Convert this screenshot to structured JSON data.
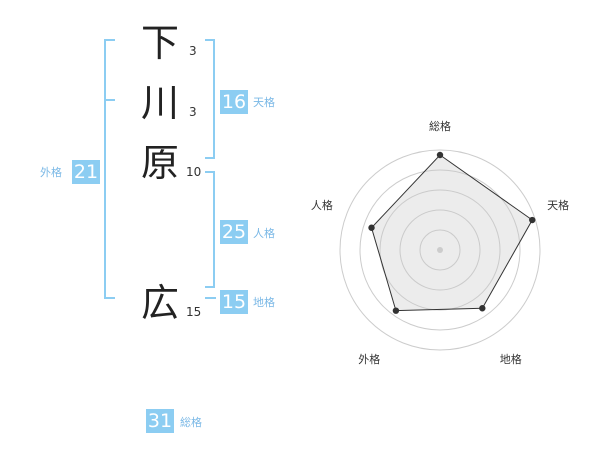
{
  "name": {
    "chars": [
      {
        "char": "下",
        "strokes": "3"
      },
      {
        "char": "川",
        "strokes": "3"
      },
      {
        "char": "原",
        "strokes": "10"
      },
      {
        "char": "広",
        "strokes": "15"
      }
    ]
  },
  "kakusu": {
    "tenkaku": {
      "value": "16",
      "label": "天格"
    },
    "jinkaku": {
      "value": "25",
      "label": "人格"
    },
    "chikaku": {
      "value": "15",
      "label": "地格"
    },
    "gaikaku": {
      "value": "21",
      "label": "外格"
    },
    "soukaku": {
      "value": "31",
      "label": "総格"
    }
  },
  "colors": {
    "accent": "#8ccdf2",
    "bracket": "#8ccdf2",
    "accent_text": "#7ab8e6"
  },
  "chart_data": {
    "type": "radar",
    "axes": [
      "総格",
      "天格",
      "地格",
      "外格",
      "人格"
    ],
    "values": [
      0.95,
      0.97,
      0.72,
      0.75,
      0.72
    ],
    "max": 1
  }
}
